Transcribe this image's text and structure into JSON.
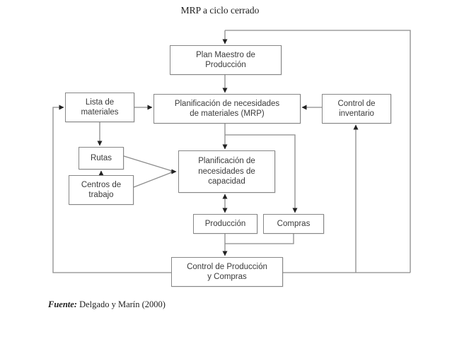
{
  "title": "MRP a ciclo cerrado",
  "source": {
    "prefix": "Fuente:",
    "text": " Delgado y Marín (2000)"
  },
  "colors": {
    "line": "#8c8c8c",
    "arrowhead": "#222222",
    "box_border": "#878787",
    "box_text": "#3a3a3a",
    "background": "#ffffff"
  },
  "nodes": {
    "plan_maestro": {
      "label": "Plan Maestro de\nProducción"
    },
    "lista_materiales": {
      "label": "Lista de\nmateriales"
    },
    "mrp": {
      "label": "Planificación de necesidades\nde materiales (MRP)"
    },
    "control_inventario": {
      "label": "Control de\ninventario"
    },
    "rutas": {
      "label": "Rutas"
    },
    "centros_trabajo": {
      "label": "Centros de\ntrabajo"
    },
    "capacidad": {
      "label": "Planificación de\nnecesidades de\ncapacidad"
    },
    "produccion": {
      "label": "Producción"
    },
    "compras": {
      "label": "Compras"
    },
    "control_pyc": {
      "label": "Control de Producción\ny Compras"
    }
  },
  "edges": [
    {
      "from": "control_pyc",
      "to": "plan_maestro",
      "type": "arrow",
      "route": "outer-right-top-loop"
    },
    {
      "from": "plan_maestro",
      "to": "mrp",
      "type": "arrow"
    },
    {
      "from": "lista_materiales",
      "to": "mrp",
      "type": "arrow"
    },
    {
      "from": "control_inventario",
      "to": "mrp",
      "type": "arrow"
    },
    {
      "from": "mrp",
      "to": "capacidad",
      "type": "arrow"
    },
    {
      "from": "mrp",
      "to": "compras",
      "type": "arrow"
    },
    {
      "from": "lista_materiales",
      "to": "rutas",
      "type": "arrow"
    },
    {
      "from": "centros_trabajo",
      "to": "rutas",
      "type": "arrow"
    },
    {
      "from": "rutas",
      "to": "capacidad",
      "type": "arrow"
    },
    {
      "from": "centros_trabajo",
      "to": "capacidad",
      "type": "arrow"
    },
    {
      "from": "capacidad",
      "to": "produccion",
      "type": "double-arrow"
    },
    {
      "from": "produccion",
      "to": "control_pyc",
      "type": "arrow"
    },
    {
      "from": "compras",
      "to": "control_pyc",
      "type": "arrow"
    },
    {
      "from": "control_pyc",
      "to": "lista_materiales",
      "type": "arrow",
      "route": "outer-left-loop"
    },
    {
      "from": "control_pyc",
      "to": "control_inventario",
      "type": "arrow",
      "route": "right-riser"
    }
  ]
}
